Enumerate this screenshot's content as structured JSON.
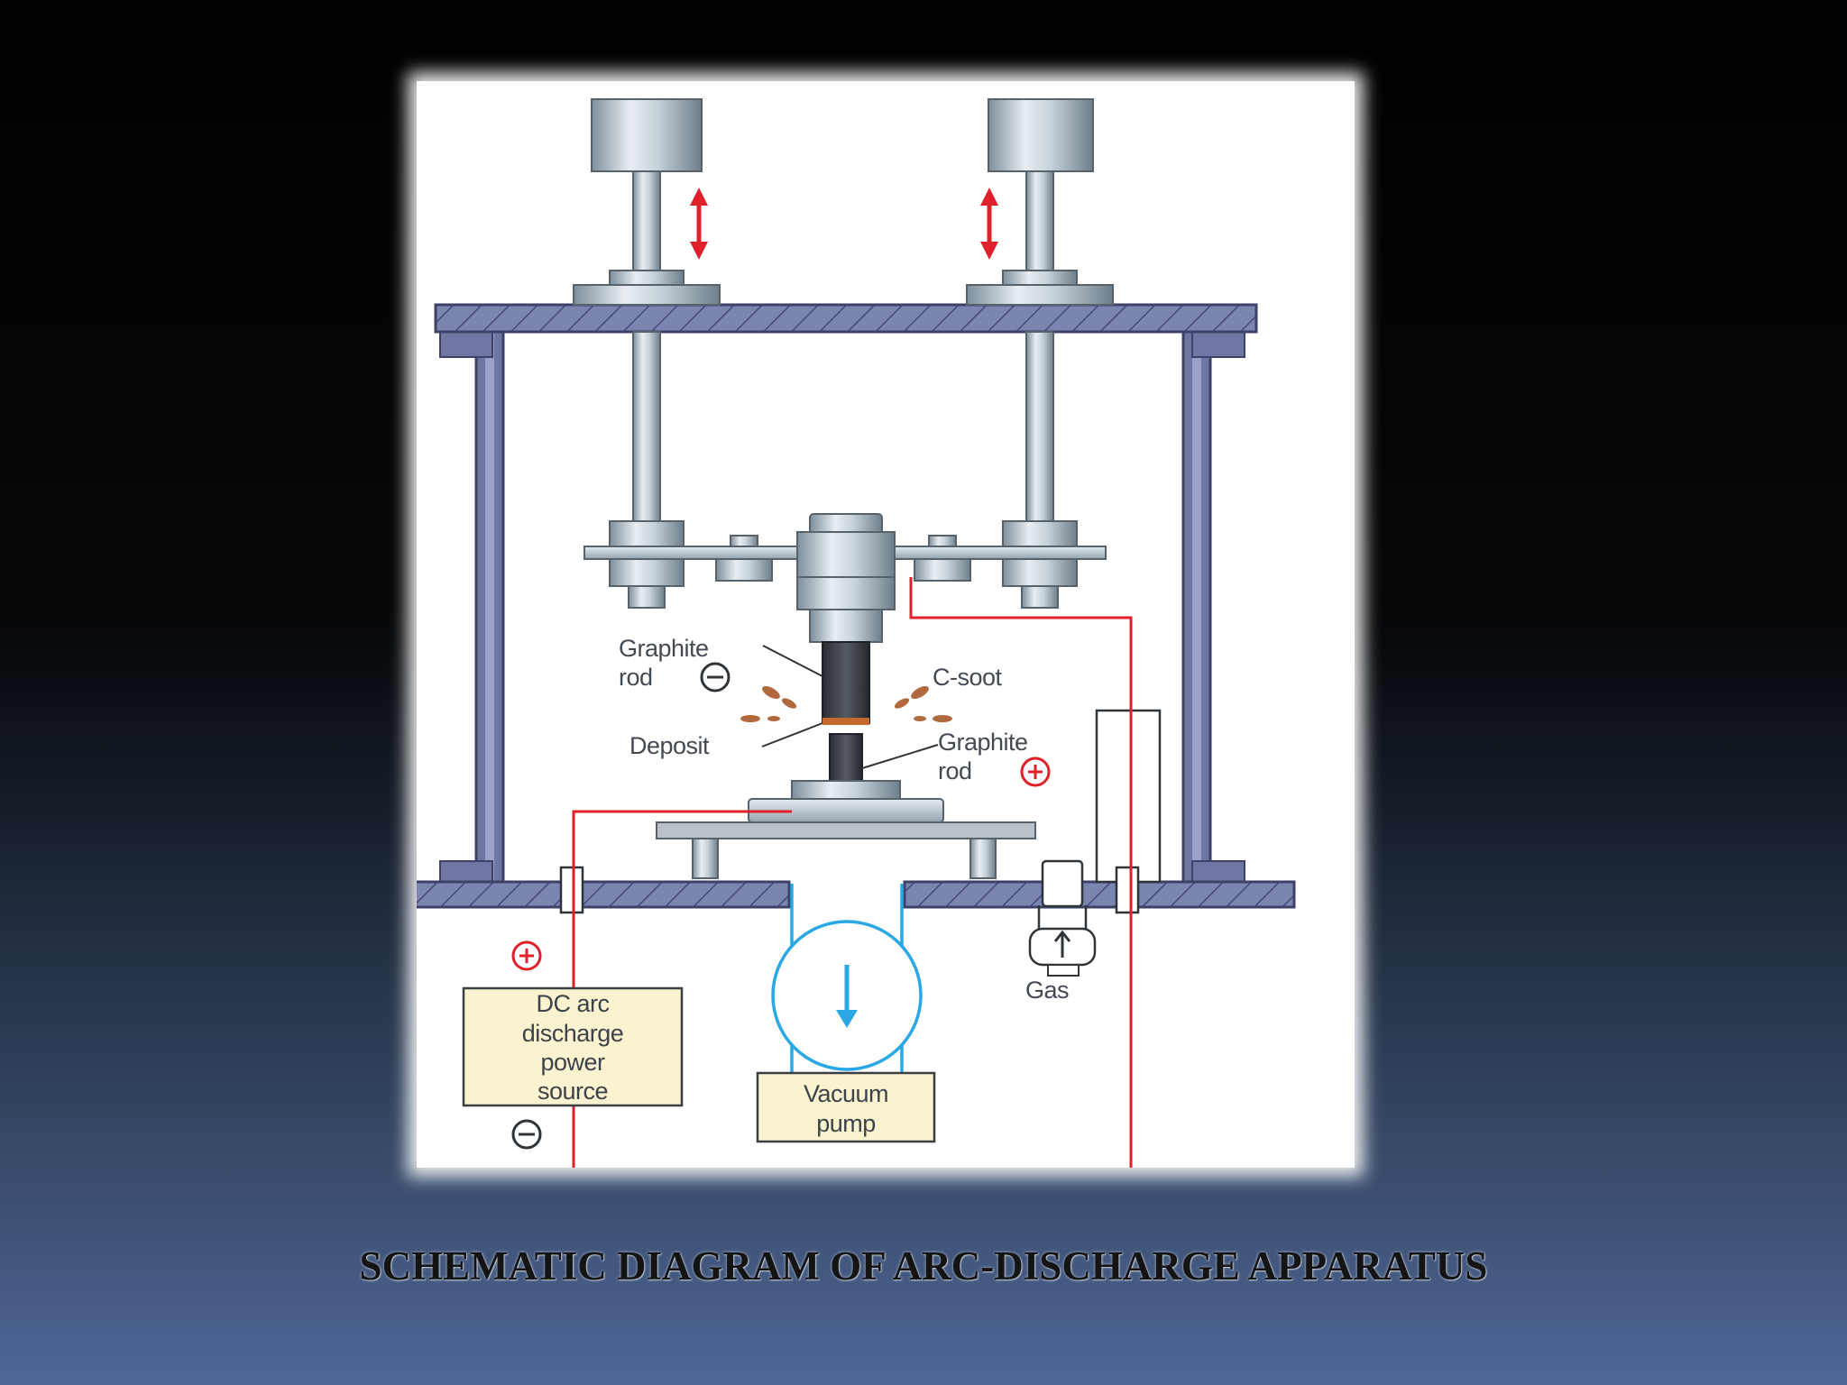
{
  "caption": "SCHEMATIC DIAGRAM OF ARC-DISCHARGE APPARATUS",
  "labels": {
    "graphite_rod_top_line1": "Graphite",
    "graphite_rod_top_line2": "rod",
    "c_soot": "C-soot",
    "deposit": "Deposit",
    "graphite_rod_bottom_line1": "Graphite",
    "graphite_rod_bottom_line2": "rod",
    "gas": "Gas",
    "power_source_line1": "DC arc",
    "power_source_line2": "discharge",
    "power_source_line3": "power",
    "power_source_line4": "source",
    "vacuum_pump_line1": "Vacuum",
    "vacuum_pump_line2": "pump"
  },
  "colors": {
    "frame": "#7c84b0",
    "wire": "#e0202a",
    "vacuum": "#2aa8e6",
    "box_fill": "#fbf3cf",
    "metal": "#c9d4dc"
  }
}
